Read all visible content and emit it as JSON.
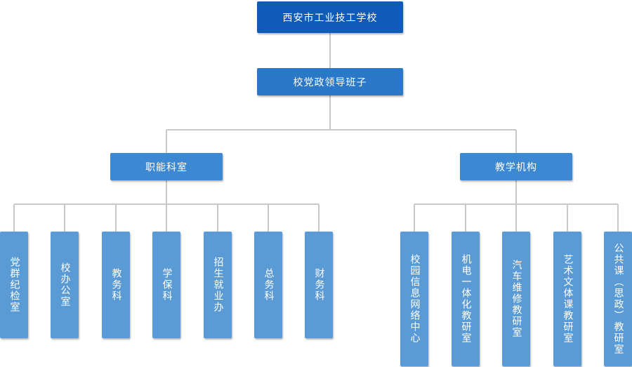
{
  "root": {
    "label": "西安市工业技工学校"
  },
  "leadership": {
    "label": "校党政领导班子"
  },
  "branches": [
    {
      "label": "职能科室",
      "children": [
        "党群纪检室",
        "校办公室",
        "教务科",
        "学保科",
        "招生就业办",
        "总务科",
        "财务科"
      ]
    },
    {
      "label": "教学机构",
      "children": [
        "校园信息网络中心",
        "机电一体化教研室",
        "汽车维修教研室",
        "艺术文体课教研室",
        "公共课（思政）教研室"
      ]
    }
  ],
  "colors": {
    "root": "#0e5cb8",
    "level2": "#2b78c8",
    "level3": "#3d88d2",
    "leaf": "#5b9bd5",
    "line": "#c8c8c8"
  }
}
